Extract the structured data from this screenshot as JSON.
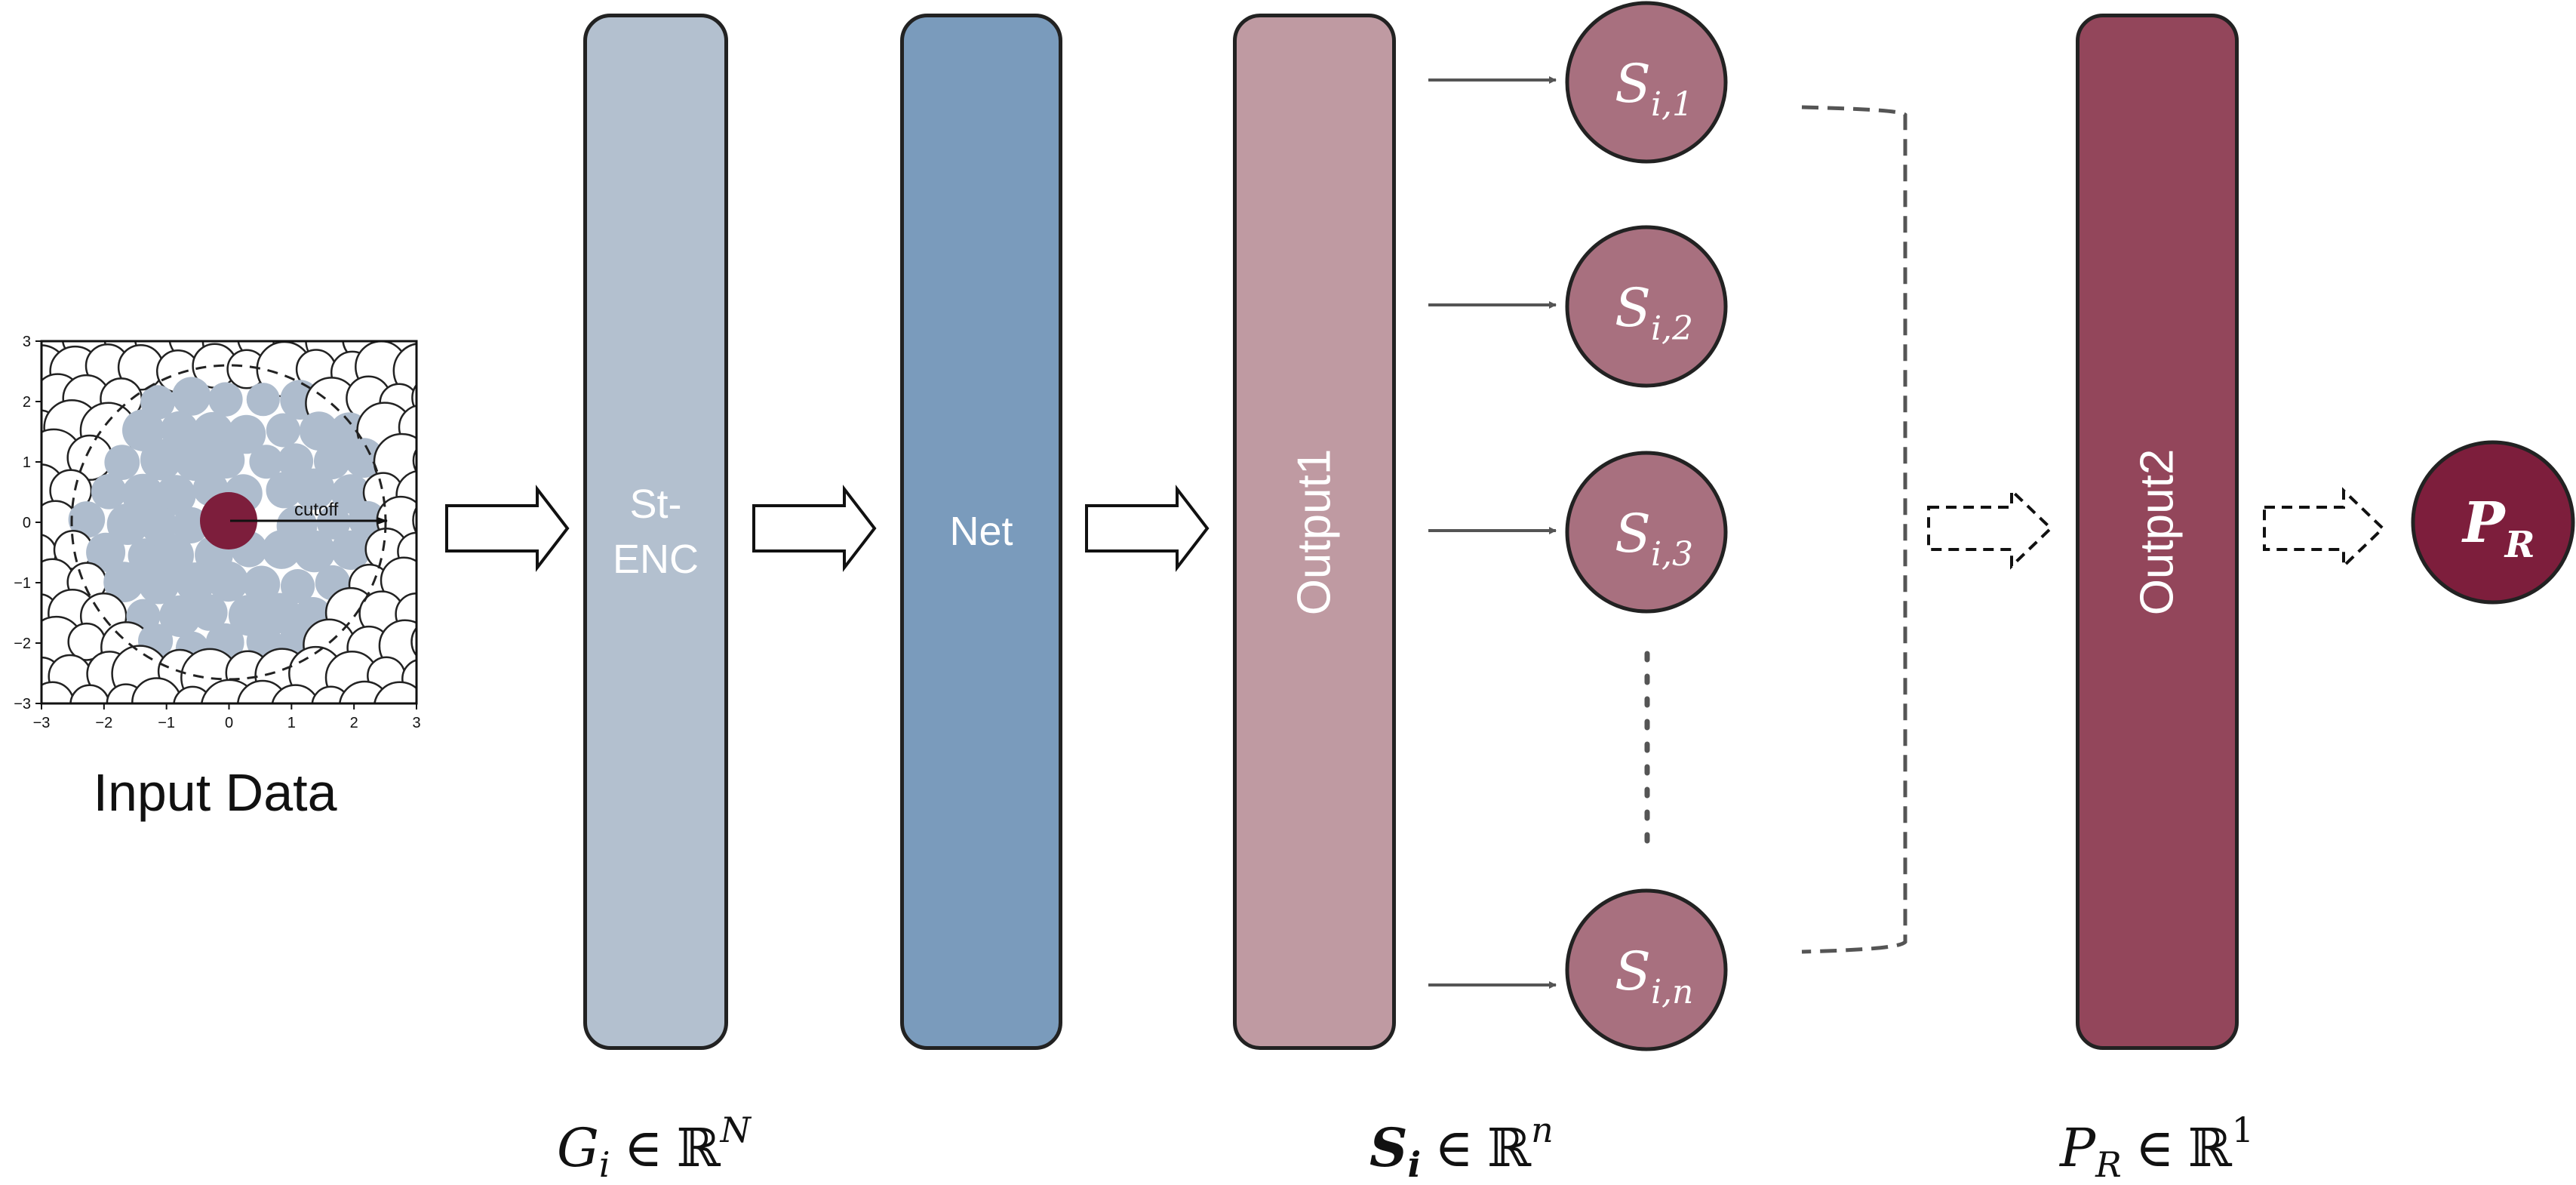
{
  "input": {
    "caption": "Input Data",
    "cutoff_label": "cutoff",
    "x_ticks": [
      "−3",
      "−2",
      "−1",
      "0",
      "1",
      "2",
      "3"
    ],
    "y_ticks": [
      "3",
      "2",
      "1",
      "0",
      "−1",
      "−2",
      "−3"
    ]
  },
  "blocks": {
    "st_enc": {
      "label_line1": "St-",
      "label_line2": "ENC",
      "color": "#b3c0cf"
    },
    "net": {
      "label": "Net",
      "color": "#7a9bbc"
    },
    "output1": {
      "label": "Output1",
      "color": "#bf9aa2"
    },
    "output2": {
      "label": "Output2",
      "color": "#93465b"
    }
  },
  "nodes": {
    "s_base": "S",
    "s1_sub": "i,1",
    "s2_sub": "i,2",
    "s3_sub": "i,3",
    "sn_sub": "i,n",
    "node_color": "#a8707f",
    "pr_base": "P",
    "pr_sub": "R",
    "pr_color": "#7d1e3c"
  },
  "math": {
    "g_base": "G",
    "g_sub": "i",
    "g_space": "ℝ",
    "g_sup": "N",
    "s_base": "S",
    "s_sub": "i",
    "s_space": "ℝ",
    "s_sup": "n",
    "p_base": "P",
    "p_sub": "R",
    "p_space": "ℝ",
    "p_sup": "1",
    "member": "∈"
  },
  "colors": {
    "particle_fill": "#aebccd",
    "center_particle": "#7d1e3c",
    "line": "#555555",
    "outline": "#222222"
  }
}
